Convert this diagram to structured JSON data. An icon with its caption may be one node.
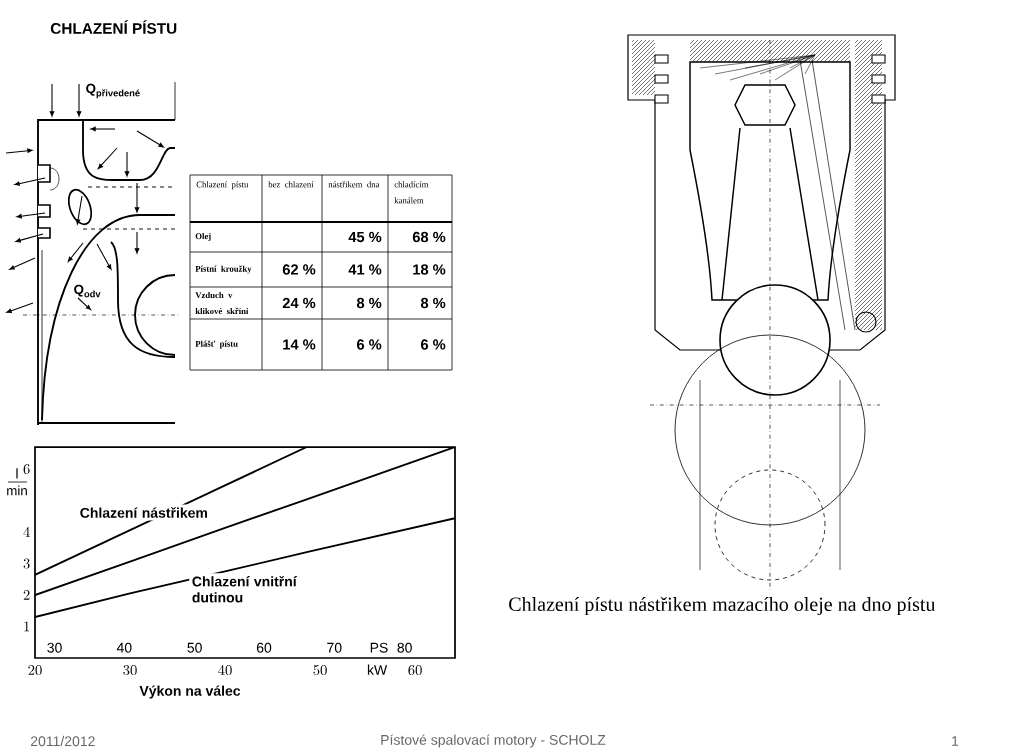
{
  "diagram": {
    "title": "CHLAZENÍ PÍSTU",
    "caption": "Chlazení pístu nástřikem mazacího oleje na dno pístu",
    "labels": [
      "\\text{Q}_{\\text{přivedené}}",
      "\\text{Q}_{\\text{odv}}",
      "Chlazení pístu",
      "bez chlazení",
      "nástřikem dna",
      "chladícím kanálem",
      "Olej",
      "45 %",
      "68 %",
      "Pístní kroužky",
      "62 %",
      "41 %",
      "18 %",
      "Vzduch v klikové skříni",
      "24 %",
      "8 %",
      "8 %",
      "Plášť pístu",
      "14 %",
      "6 %",
      "6 %",
      "l",
      "min",
      "30",
      "40",
      "50",
      "60",
      "70",
      "PS",
      "80",
      "kW",
      "2011/2012",
      "Pístové spalovací motory -  SCHOLZ",
      "1"
    ],
    "chart_data": {
      "type": "line",
      "xlabel": "Výkon na válec",
      "x": [
        20,
        30,
        40,
        48.6,
        64.2
      ],
      "series": [
        {
          "name": "Chlazení nástřikem",
          "values": [
            2.64,
            4.06,
            5.48,
            6.7,
            null
          ]
        },
        {
          "values": [
            2.0,
            3.06,
            4.13,
            5.04,
            6.7
          ]
        },
        {
          "name": "Chlazení vnitřní dutinou",
          "values": [
            1.3,
            2.05,
            2.75,
            3.36,
            4.44
          ]
        }
      ],
      "xlim": [
        20,
        64.2
      ],
      "ylim": [
        0,
        6.7
      ],
      "xticks": [
        20,
        30,
        40,
        50,
        60
      ],
      "yticks": [
        1,
        2,
        3,
        4,
        6
      ]
    }
  }
}
